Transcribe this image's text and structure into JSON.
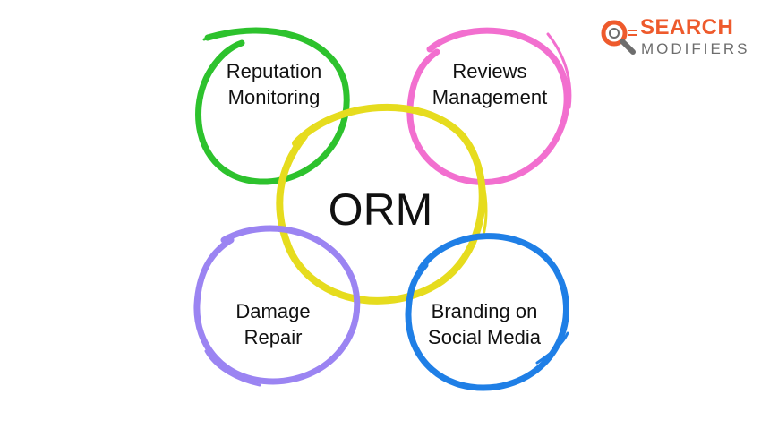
{
  "diagram": {
    "center_label": "ORM",
    "nodes": [
      {
        "label_lines": [
          "Reputation",
          "Monitoring"
        ],
        "color": "#2dc22d"
      },
      {
        "label_lines": [
          "Reviews",
          "Management"
        ],
        "color": "#f26fcf"
      },
      {
        "label_lines": [
          "Damage",
          "Repair"
        ],
        "color": "#9b84f2"
      },
      {
        "label_lines": [
          "Branding on",
          "Social Media"
        ],
        "color": "#1f7fe6"
      }
    ],
    "center_color": "#e6dc1e"
  },
  "logo": {
    "word_1": "SEARCH",
    "word_2": "MODIFIERS",
    "accent_color": "#ee5a2c",
    "secondary_color": "#6d6d6d",
    "icon": "magnifier-icon"
  }
}
